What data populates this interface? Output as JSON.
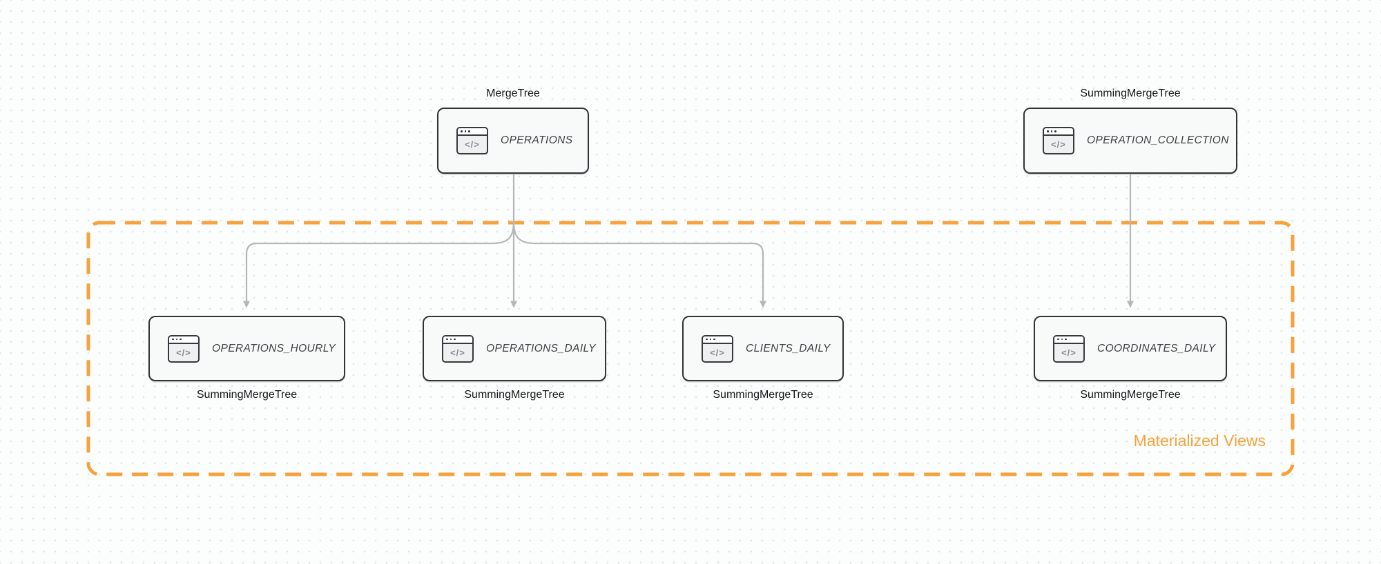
{
  "diagram": {
    "title": "",
    "icon_glyph": "</>",
    "icon_name": "browser-code-icon",
    "group": {
      "label": "Materialized Views",
      "color": "#F7A23C"
    },
    "colors": {
      "node_border": "#2F3437",
      "node_background": "#F8F9F9",
      "arrow": "#B4B7B9",
      "accent_orange": "#F7A23C",
      "text_dark": "#141619",
      "table_label": "#3C4044"
    },
    "nodes": [
      {
        "id": "operations",
        "table": "OPERATIONS",
        "engine": "MergeTree",
        "engine_label_position": "top",
        "in_group": false
      },
      {
        "id": "operation_collection",
        "table": "OPERATION_COLLECTION",
        "engine": "SummingMergeTree",
        "engine_label_position": "top",
        "in_group": false
      },
      {
        "id": "operations_hourly",
        "table": "OPERATIONS_HOURLY",
        "engine": "SummingMergeTree",
        "engine_label_position": "bottom",
        "in_group": true
      },
      {
        "id": "operations_daily",
        "table": "OPERATIONS_DAILY",
        "engine": "SummingMergeTree",
        "engine_label_position": "bottom",
        "in_group": true
      },
      {
        "id": "clients_daily",
        "table": "CLIENTS_DAILY",
        "engine": "SummingMergeTree",
        "engine_label_position": "bottom",
        "in_group": true
      },
      {
        "id": "coordinates_daily",
        "table": "COORDINATES_DAILY",
        "engine": "SummingMergeTree",
        "engine_label_position": "bottom",
        "in_group": true
      }
    ],
    "edges": [
      {
        "from": "OPERATIONS",
        "to": "OPERATIONS_HOURLY"
      },
      {
        "from": "OPERATIONS",
        "to": "OPERATIONS_DAILY"
      },
      {
        "from": "OPERATIONS",
        "to": "CLIENTS_DAILY"
      },
      {
        "from": "OPERATION_COLLECTION",
        "to": "COORDINATES_DAILY"
      }
    ]
  }
}
